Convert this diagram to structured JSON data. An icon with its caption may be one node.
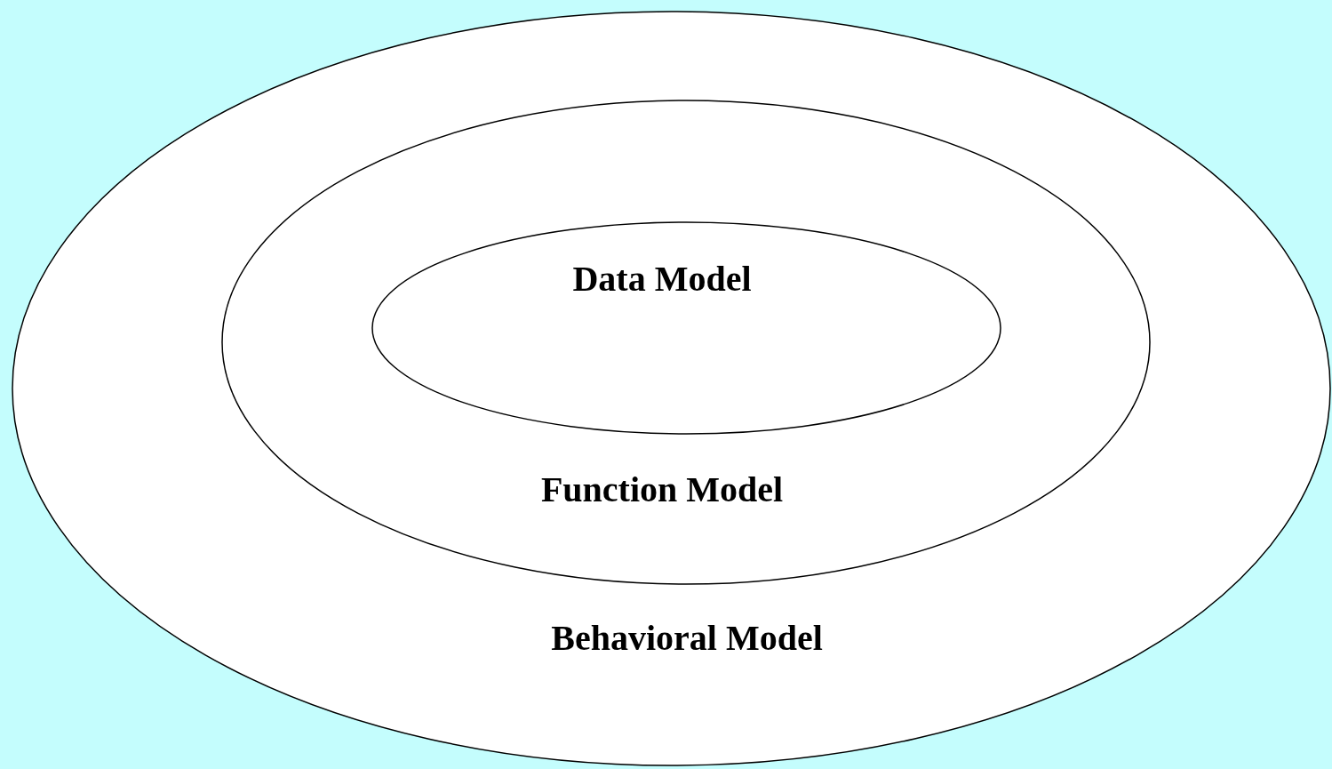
{
  "diagram": {
    "nodes": [
      {
        "text": [
          "Behavioral Model"
        ]
      },
      {
        "text": [
          "Function Model"
        ],
        "in": 0
      },
      {
        "text": [
          "Data Model"
        ],
        "in": 1
      }
    ]
  }
}
